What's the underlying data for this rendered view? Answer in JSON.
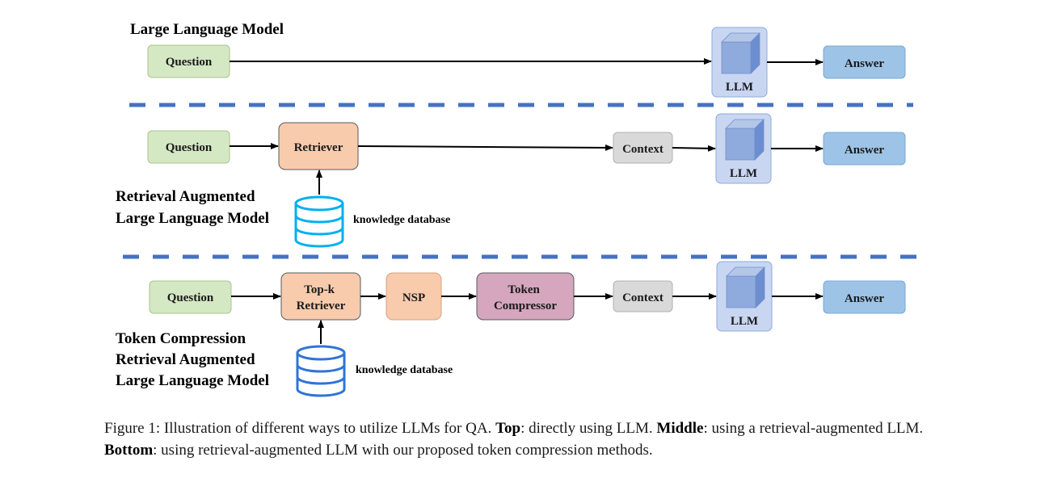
{
  "colors": {
    "question": "#d5e8c4",
    "retriever": "#f8cbad",
    "compressor": "#d5a6bd",
    "context": "#d9d9d9",
    "answer": "#9dc3e6",
    "llm_box": "#c9d6f2",
    "cube": "#8faadc",
    "database": "#00b0f0",
    "divider": "#4472c4"
  },
  "sections": {
    "top": {
      "title_lines": [
        "Large Language Model"
      ],
      "question": "Question",
      "llm": "LLM",
      "answer": "Answer"
    },
    "middle": {
      "title_lines": [
        "Retrieval Augmented",
        "Large Language Model"
      ],
      "question": "Question",
      "retriever": "Retriever",
      "context": "Context",
      "llm": "LLM",
      "answer": "Answer",
      "database": "knowledge database"
    },
    "bottom": {
      "title_lines": [
        "Token Compression",
        "Retrieval Augmented",
        "Large Language Model"
      ],
      "question": "Question",
      "retriever_lines": [
        "Top-k",
        "Retriever"
      ],
      "nsp": "NSP",
      "compressor_lines": [
        "Token",
        "Compressor"
      ],
      "context": "Context",
      "llm": "LLM",
      "answer": "Answer",
      "database": "knowledge database"
    }
  },
  "caption": {
    "prefix": "Figure 1: Illustration of different ways to utilize LLMs for QA. ",
    "top_label": "Top",
    "top_text": ": directly using LLM. ",
    "middle_label": "Middle",
    "middle_text": ": using a retrieval-augmented LLM. ",
    "bottom_label": "Bottom",
    "bottom_text": ": using retrieval-augmented LLM with our proposed token compression methods."
  }
}
